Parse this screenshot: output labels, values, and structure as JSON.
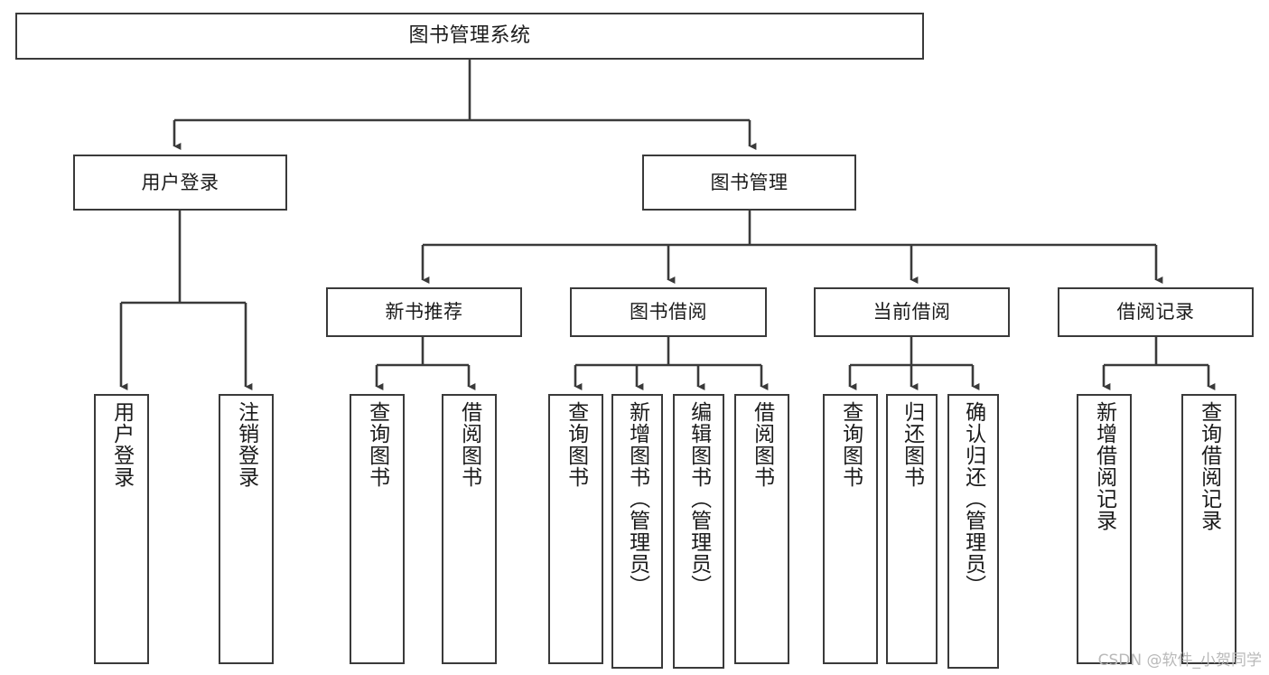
{
  "diagram": {
    "title": "图书管理系统",
    "watermark": "CSDN @软件_小贺同学",
    "line_color": "#3a3a3a",
    "box_fill": "#ffffff",
    "text_color": "#1b1b1b",
    "watermark_color": "#b9b9b9",
    "nodes": {
      "root": "图书管理系统",
      "level2": {
        "user_login": "用户登录",
        "book_manage": "图书管理"
      },
      "level3": {
        "new_book_rec": "新书推荐",
        "book_borrow": "图书借阅",
        "current_borrow": "当前借阅",
        "borrow_record": "借阅记录"
      },
      "leaves": {
        "user_login_1": "用户登录",
        "user_login_2": "注销登录",
        "new_book_rec_1": "查询图书",
        "new_book_rec_2": "借阅图书",
        "book_borrow_1": "查询图书",
        "book_borrow_2": "新增图书（管理员）",
        "book_borrow_3": "编辑图书（管理员）",
        "book_borrow_4": "借阅图书",
        "current_borrow_1": "查询图书",
        "current_borrow_2": "归还图书",
        "current_borrow_3": "确认归还（管理员）",
        "borrow_record_1": "新增借阅记录",
        "borrow_record_2": "查询借阅记录"
      }
    }
  }
}
